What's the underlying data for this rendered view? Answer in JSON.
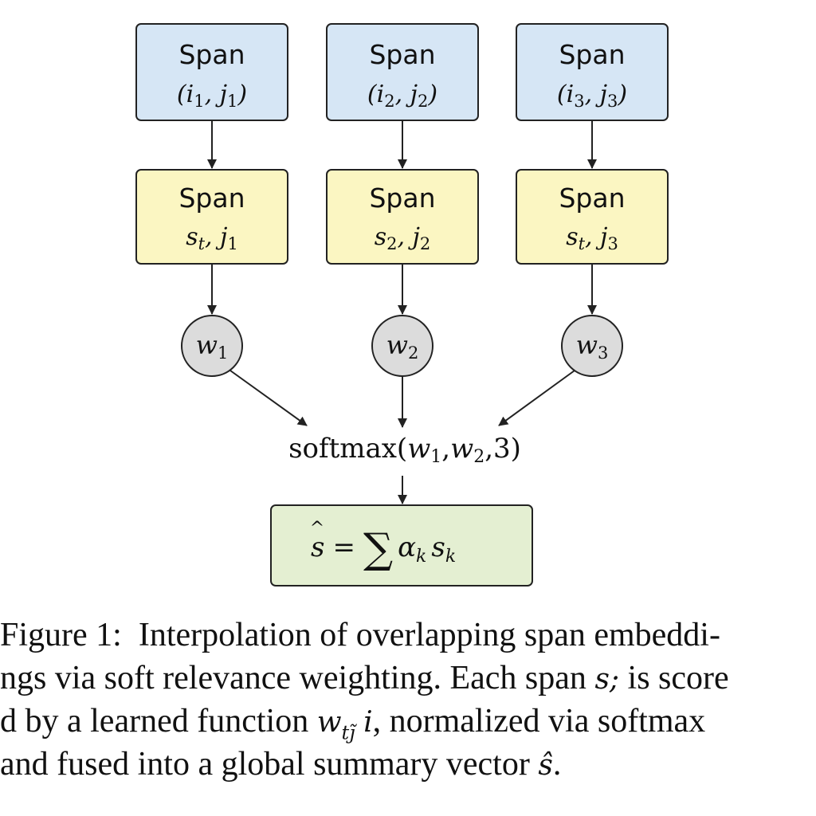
{
  "colors": {
    "input_fill": "#d6e6f5",
    "score_fill": "#fbf6c2",
    "weight_fill": "#dcdcdc",
    "output_fill": "#e4efd2",
    "stroke": "#222222"
  },
  "input_spans": [
    {
      "title": "Span",
      "i": "i",
      "i_sub": "1",
      "j": "j",
      "j_sub": "1"
    },
    {
      "title": "Span",
      "i": "i",
      "i_sub": "2",
      "j": "j",
      "j_sub": "2"
    },
    {
      "title": "Span",
      "i": "i",
      "i_sub": "3",
      "j": "j",
      "j_sub": "3"
    }
  ],
  "score_spans": [
    {
      "title": "Span",
      "s": "s",
      "s_sub": "t",
      "j": "j",
      "j_sub": "1"
    },
    {
      "title": "Span",
      "s": "s",
      "s_sub": "2",
      "j": "j",
      "j_sub": "2"
    },
    {
      "title": "Span",
      "s": "s",
      "s_sub": "t",
      "j": "j",
      "j_sub": "3"
    }
  ],
  "weights": [
    {
      "w": "w",
      "sub": "1"
    },
    {
      "w": "w",
      "sub": "2"
    },
    {
      "w": "w",
      "sub": "3"
    }
  ],
  "softmax": {
    "fn": "softmax(",
    "a1": "w",
    "a1_sub": "1",
    "sep1": ",",
    "a2": "w",
    "a2_sub": "2",
    "sep2": ",3)"
  },
  "output": {
    "lhs": "s",
    "hat": "^",
    "eq": "=",
    "sum": "∑",
    "alpha": "α",
    "alpha_sub": "k",
    "s": "s",
    "s_sub": "k"
  },
  "caption": {
    "line1_label": "Figure 1:",
    "line1_rest": "Interpolation of overlapping span embeddi-",
    "line2_pre": "ngs via soft relevance weighting. Each span",
    "line2_var": "s;",
    "line2_post": "is score",
    "line3_pre": "d by a learned function",
    "line3_var": "w",
    "line3_sub": "tj̃",
    "line3_var2": "i",
    "line3_post": ", normalized via softmax",
    "line4_pre": "and fused into a global summary vector",
    "line4_var": "ŝ",
    "line4_post": "."
  }
}
